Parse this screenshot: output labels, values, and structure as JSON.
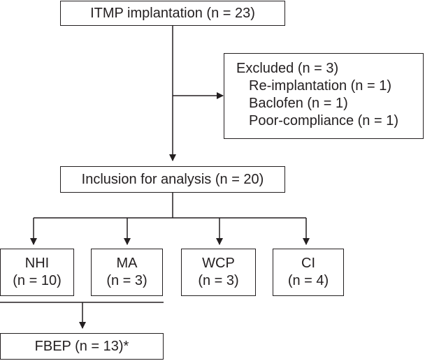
{
  "top": {
    "label": "ITMP implantation (n = 23)"
  },
  "excluded": {
    "title": "Excluded (n = 3)",
    "items": [
      "Re-implantation (n = 1)",
      "Baclofen (n = 1)",
      "Poor-compliance (n = 1)"
    ]
  },
  "inclusion": {
    "label": "Inclusion for analysis (n = 20)"
  },
  "groups": [
    {
      "name": "NHI",
      "count": "(n = 10)"
    },
    {
      "name": "MA",
      "count": "(n = 3)"
    },
    {
      "name": "WCP",
      "count": "(n = 3)"
    },
    {
      "name": "CI",
      "count": "(n = 4)"
    }
  ],
  "fbep": {
    "label": "FBEP (n = 13)*"
  }
}
